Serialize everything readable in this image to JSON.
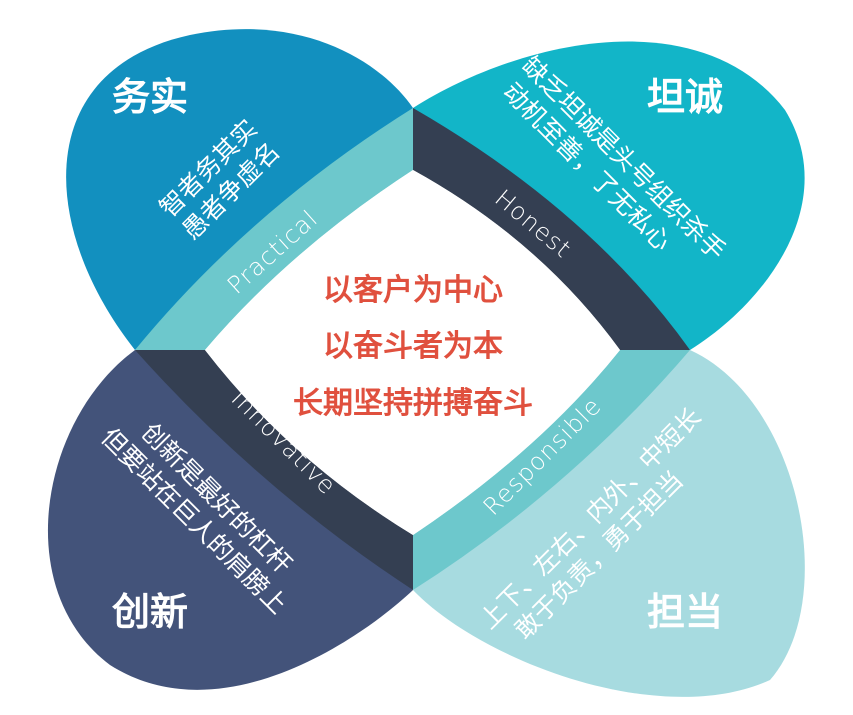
{
  "colors": {
    "practical_petal": "#1290bf",
    "honest_petal": "#12b5c8",
    "innovative_petal": "#43537a",
    "responsible_petal": "#a7dbe0",
    "light_band": "#6dc8cc",
    "dark_band": "#343f52",
    "center_text": "#e0503e"
  },
  "quadrants": {
    "practical": {
      "title": "务实",
      "band": "Practical",
      "lines": [
        "智者务其实",
        "愚者争虚名"
      ]
    },
    "honest": {
      "title": "坦诚",
      "band": "Honest",
      "lines": [
        "缺乏坦诚是头号组织杀手",
        "动机至善，了无私心"
      ]
    },
    "innovative": {
      "title": "创新",
      "band": "Innovative",
      "lines": [
        "创新是最好的杠杆",
        "但要站在巨人的肩膀上"
      ]
    },
    "responsible": {
      "title": "担当",
      "band": "Responsible",
      "lines": [
        "上下、左右、内外、中短长",
        "敢于负责，勇于担当"
      ]
    }
  },
  "center": {
    "lines": [
      "以客户为中心",
      "以奋斗者为本",
      "长期坚持拼搏奋斗"
    ]
  }
}
